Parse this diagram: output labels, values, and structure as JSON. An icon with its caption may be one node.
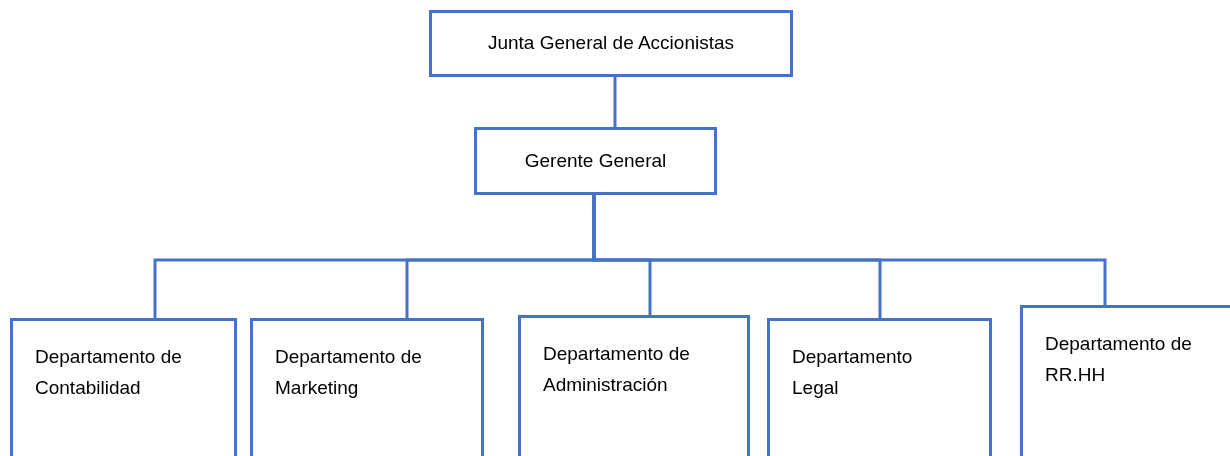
{
  "diagram": {
    "nodes": [
      {
        "text": [
          "Junta General de Accionistas"
        ]
      },
      {
        "text": [
          "Gerente General"
        ]
      },
      {
        "text": [
          "Departamento de Contabilidad"
        ]
      },
      {
        "text": [
          "Departamento de Marketing"
        ]
      },
      {
        "text": [
          "Departamento de Administración"
        ]
      },
      {
        "text": [
          "Departamento Legal"
        ]
      },
      {
        "text": [
          "Departamento de RR.HH"
        ]
      }
    ],
    "edges": [
      {
        "from": 0,
        "to": 1,
        "arrow": "none"
      },
      {
        "from": 1,
        "to": 2,
        "arrow": "none"
      },
      {
        "from": 1,
        "to": 3,
        "arrow": "none"
      },
      {
        "from": 1,
        "to": 4,
        "arrow": "none"
      },
      {
        "from": 1,
        "to": 5,
        "arrow": "none"
      },
      {
        "from": 1,
        "to": 6,
        "arrow": "none"
      }
    ]
  }
}
